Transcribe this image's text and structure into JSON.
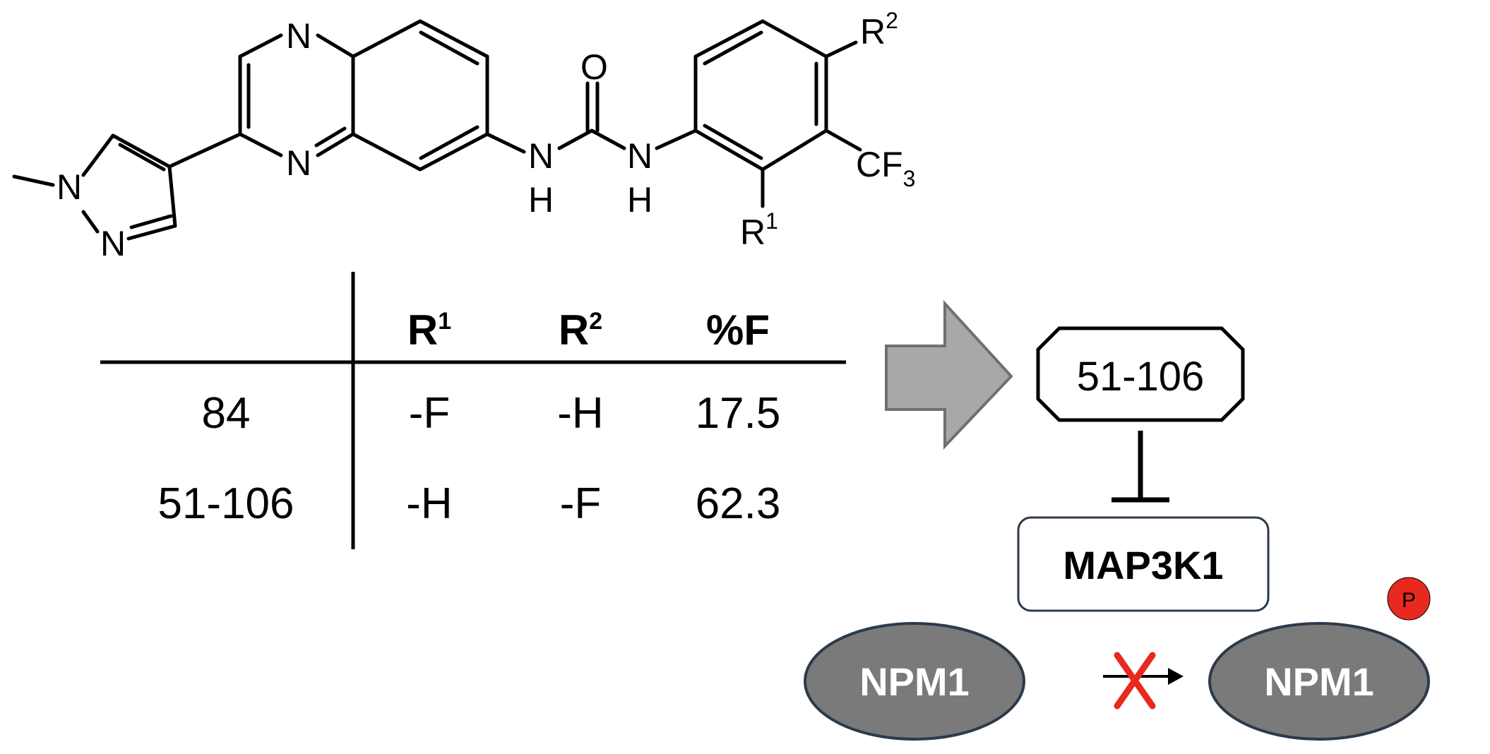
{
  "molecule": {
    "atoms": {
      "n_quinox_top": "N",
      "n_quinox_bottom": "N",
      "n_pyrazole_1": "N",
      "n_pyrazole_2": "N",
      "carbonyl_o": "O",
      "nh_left_n": "N",
      "nh_left_h": "H",
      "nh_right_n": "N",
      "nh_right_h": "H",
      "cf3_main": "CF",
      "cf3_sub": "3",
      "r1_main": "R",
      "r1_sup": "1",
      "r2_main": "R",
      "r2_sup": "2"
    }
  },
  "table": {
    "headers": [
      {
        "main": "R",
        "sup": "1"
      },
      {
        "main": "R",
        "sup": "2"
      },
      {
        "main": "%F",
        "sup": ""
      }
    ],
    "rows": [
      {
        "compound": "84",
        "r1": "-F",
        "r2": "-H",
        "pct_f": "17.5"
      },
      {
        "compound": "51-106",
        "r1": "-H",
        "r2": "-F",
        "pct_f": "62.3"
      }
    ]
  },
  "pathway": {
    "inhibitor_label": "51-106",
    "kinase_label": "MAP3K1",
    "substrate_label": "NPM1",
    "product_label": "NPM1",
    "phospho_label": "P"
  },
  "colors": {
    "arrow_fill": "#a8a8a8",
    "arrow_stroke": "#707070",
    "ellipse_fill": "#7a7a7a",
    "ellipse_stroke": "#2c3a4a",
    "phospho_fill": "#e8291f",
    "block_x": "#e8291f"
  }
}
